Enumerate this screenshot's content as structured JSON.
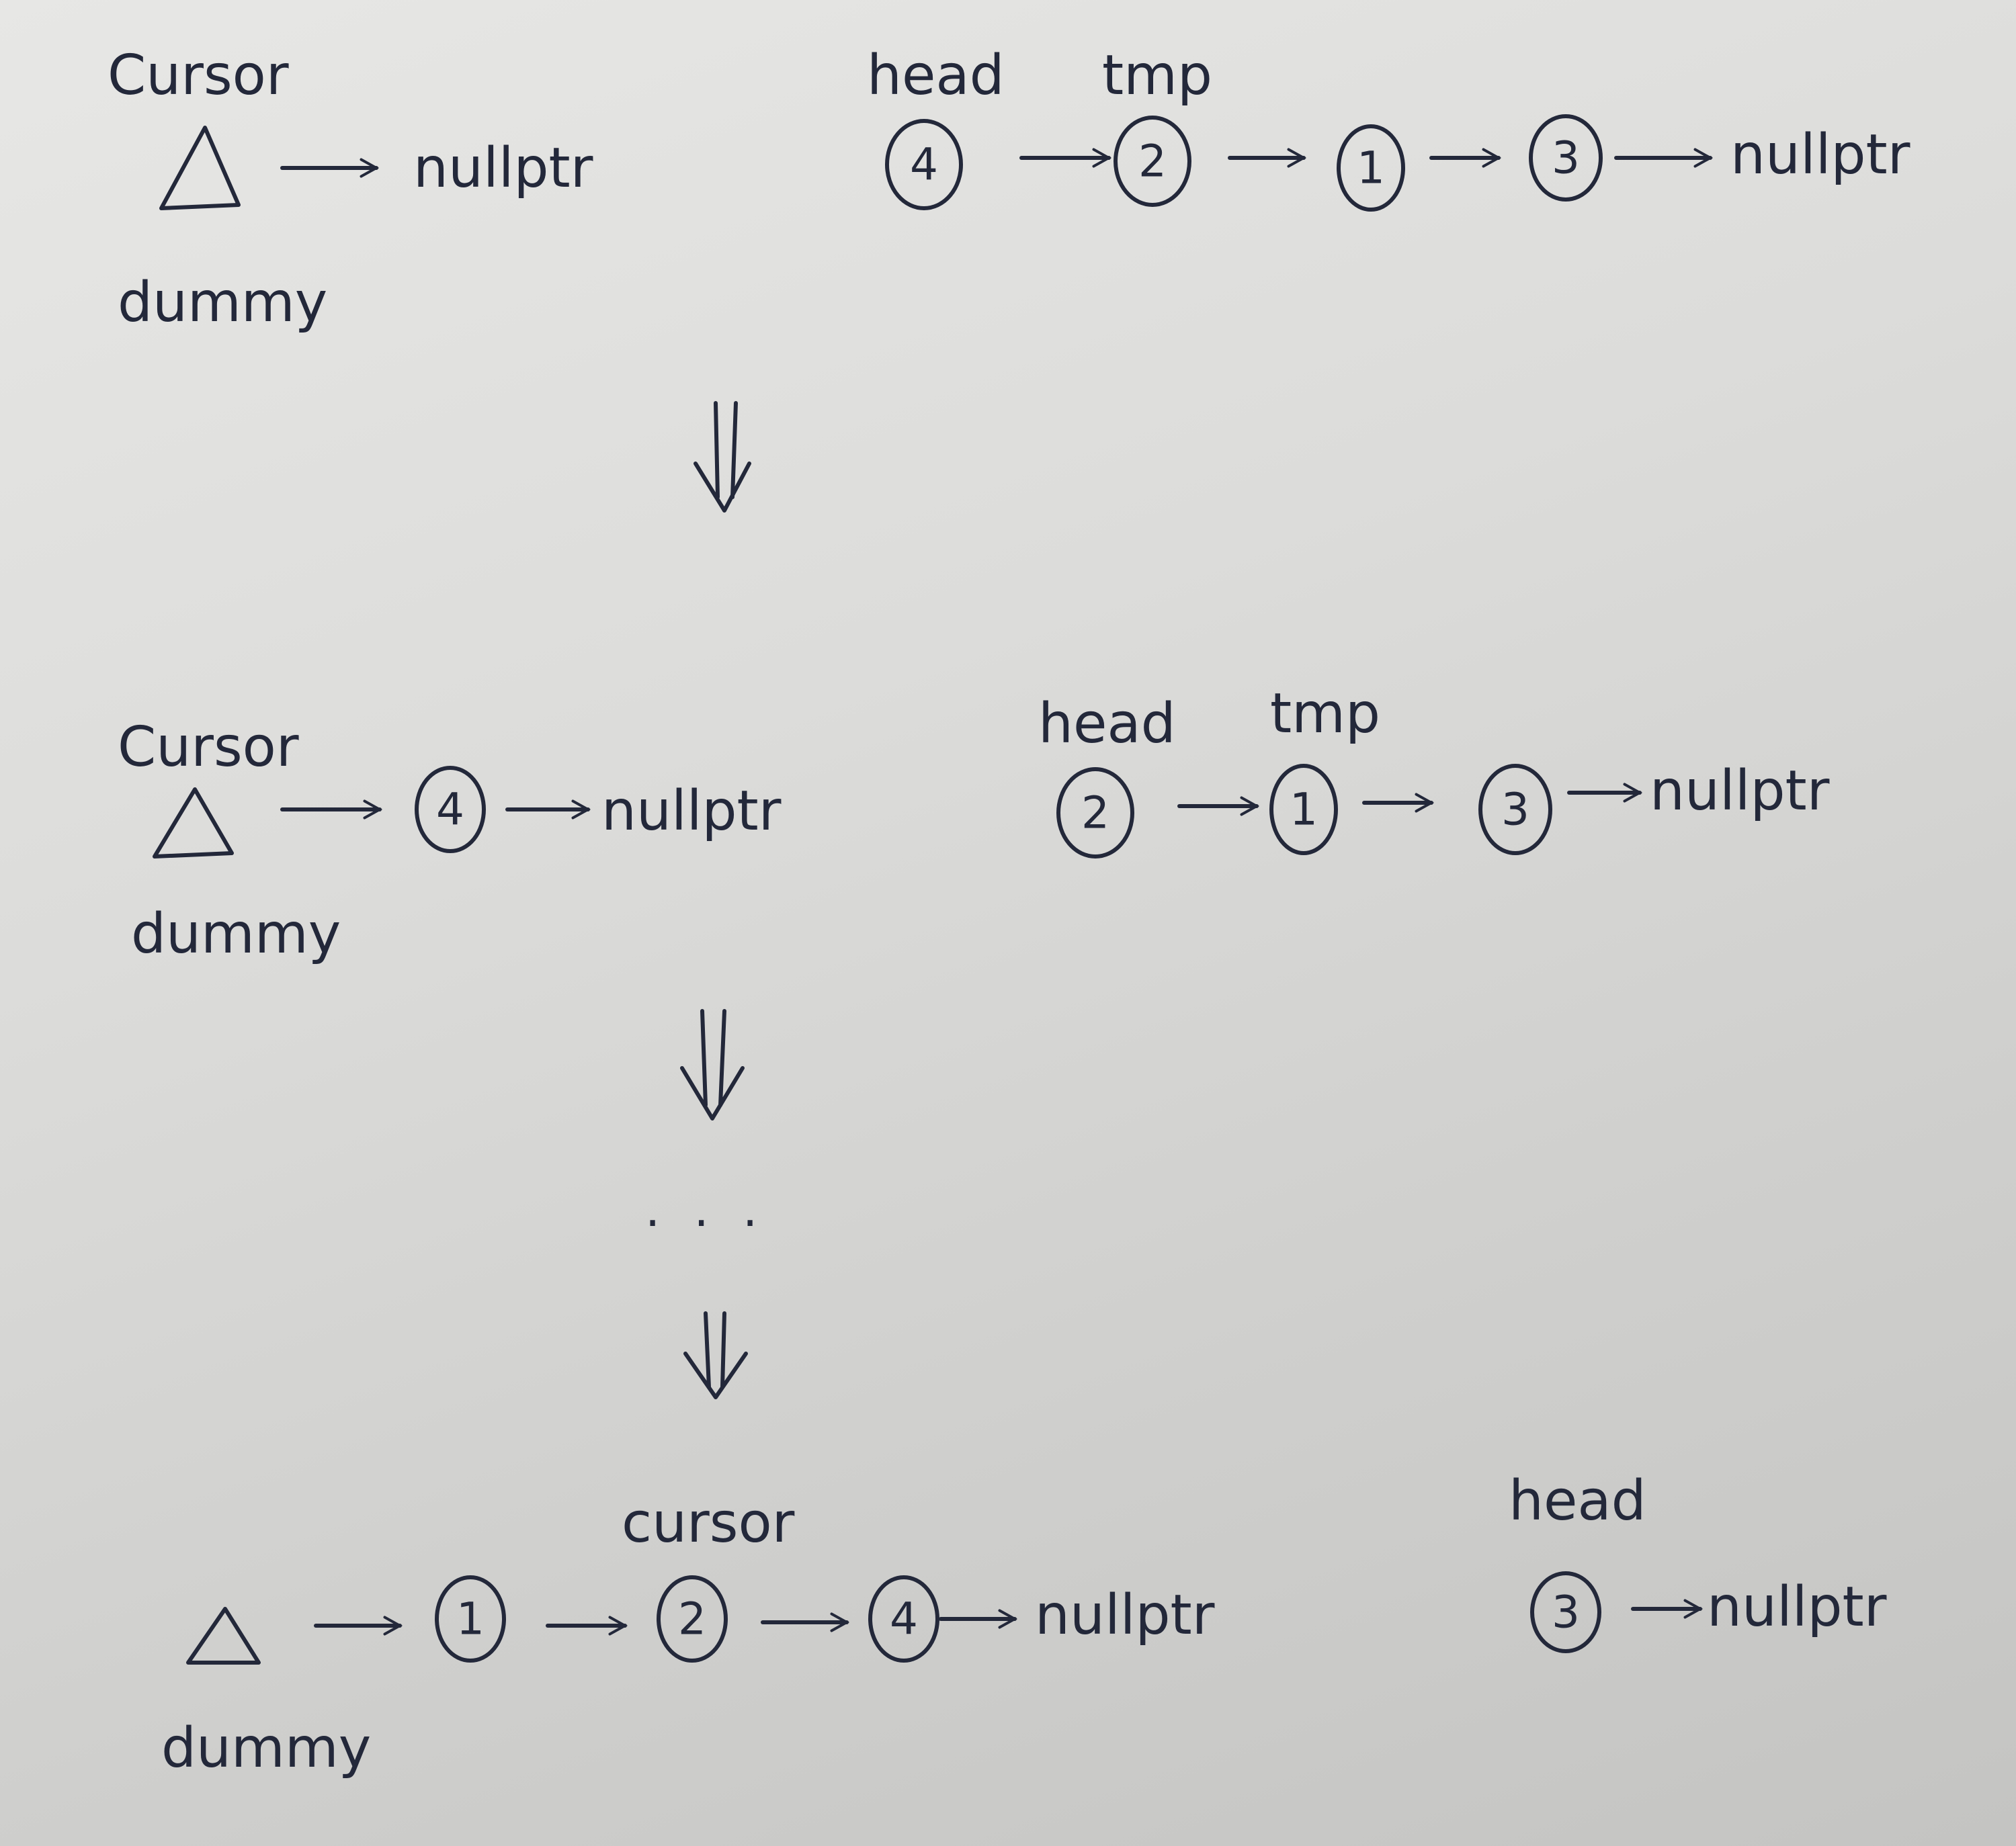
{
  "stages": [
    {
      "pointer_labels": {
        "cursor": "Cursor",
        "dummy": "dummy",
        "head": "head",
        "tmp": "tmp"
      },
      "result_list": {
        "nodes": [],
        "tail": "nullptr"
      },
      "remaining_list": {
        "nodes": [
          "4",
          "2",
          "1",
          "3"
        ],
        "tail": "nullptr"
      }
    },
    {
      "pointer_labels": {
        "cursor": "Cursor",
        "dummy": "dummy",
        "head": "head",
        "tmp": "tmp"
      },
      "result_list": {
        "nodes": [
          "4"
        ],
        "tail": "nullptr"
      },
      "remaining_list": {
        "nodes": [
          "2",
          "1",
          "3"
        ],
        "tail": "nullptr"
      }
    },
    {
      "pointer_labels": {
        "cursor": "cursor",
        "dummy": "dummy",
        "head": "head"
      },
      "result_list": {
        "nodes": [
          "1",
          "2",
          "4"
        ],
        "tail": "nullptr"
      },
      "remaining_list": {
        "nodes": [
          "3"
        ],
        "tail": "nullptr"
      }
    }
  ],
  "ellipsis": ". . ."
}
